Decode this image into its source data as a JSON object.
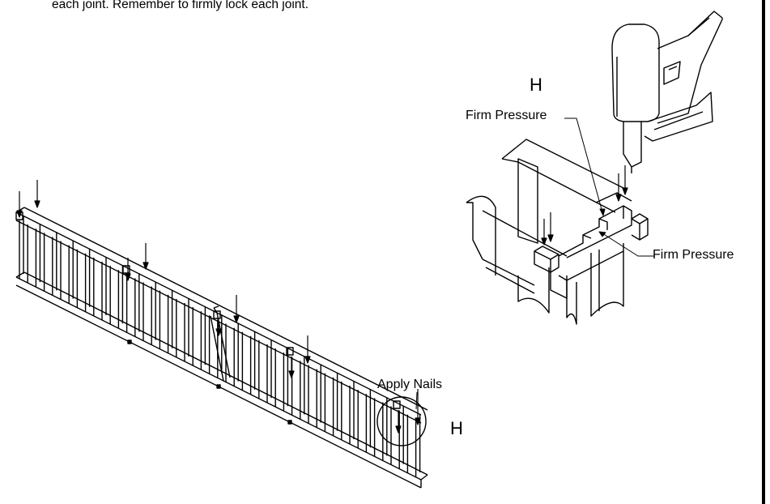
{
  "instructions": {
    "line1": "each joint.  Remember to firmly lock each joint."
  },
  "detail": {
    "label_h": "H",
    "firm_pressure_top": "Firm Pressure",
    "firm_pressure_right": "Firm Pressure"
  },
  "main": {
    "apply_nails": "Apply Nails",
    "label_h": "H"
  }
}
